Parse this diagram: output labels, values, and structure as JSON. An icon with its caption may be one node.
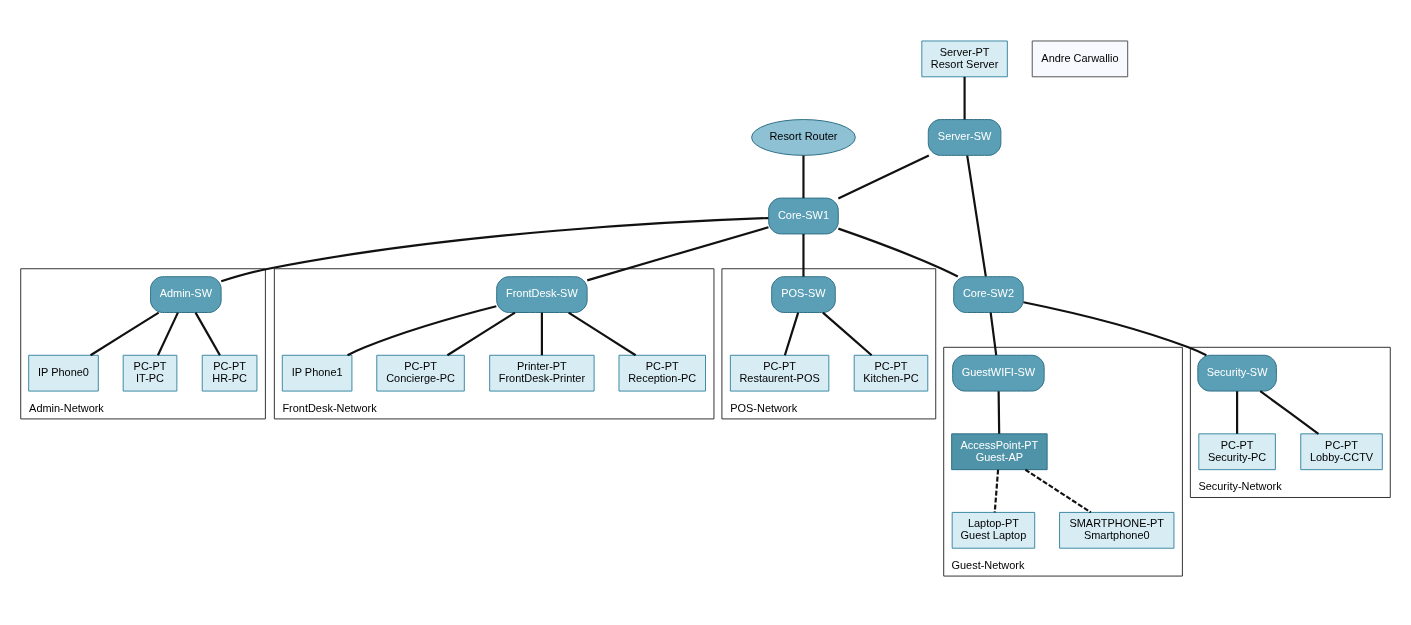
{
  "diagram": {
    "nodes": [
      {
        "text": [
          "Resort Router"
        ]
      },
      {
        "text": [
          "Server-PT",
          "Resort Server"
        ]
      },
      {
        "text": [
          "Server-SW"
        ]
      },
      {
        "text": [
          "Core-SW1"
        ]
      },
      {
        "text": [
          "Core-SW2"
        ]
      },
      {
        "text": [
          "Guest-Network"
        ]
      },
      {
        "text": [
          "GuestWIFI-SW"
        ],
        "in": 5
      },
      {
        "text": [
          "AccessPoint-PT",
          "Guest-AP"
        ],
        "in": 5
      },
      {
        "text": [
          "Laptop-PT",
          "Guest Laptop"
        ],
        "in": 5
      },
      {
        "text": [
          "SMARTPHONE-PT",
          "Smartphone0"
        ],
        "in": 5
      },
      {
        "text": [
          "Security-Network"
        ]
      },
      {
        "text": [
          "Security-SW"
        ],
        "in": 10
      },
      {
        "text": [
          "PC-PT",
          "Security-PC"
        ],
        "in": 10
      },
      {
        "text": [
          "PC-PT",
          "Lobby-CCTV"
        ],
        "in": 10
      },
      {
        "text": [
          "Admin-Network"
        ]
      },
      {
        "text": [
          "Admin-SW"
        ],
        "in": 14
      },
      {
        "text": [
          "IP Phone0"
        ],
        "in": 14
      },
      {
        "text": [
          "PC-PT",
          "IT-PC"
        ],
        "in": 14
      },
      {
        "text": [
          "PC-PT",
          "HR-PC"
        ],
        "in": 14
      },
      {
        "text": [
          "FrontDesk-Network"
        ]
      },
      {
        "text": [
          "FrontDesk-SW"
        ],
        "in": 19
      },
      {
        "text": [
          "IP Phone1"
        ],
        "in": 19
      },
      {
        "text": [
          "PC-PT",
          "Concierge-PC"
        ],
        "in": 19
      },
      {
        "text": [
          "Printer-PT",
          "FrontDesk-Printer"
        ],
        "in": 19
      },
      {
        "text": [
          "PC-PT",
          "Reception-PC"
        ],
        "in": 19
      },
      {
        "text": [
          "POS-Network"
        ]
      },
      {
        "text": [
          "POS-SW"
        ],
        "in": 25
      },
      {
        "text": [
          "PC-PT",
          "Restaurent-POS"
        ],
        "in": 25
      },
      {
        "text": [
          "PC-PT",
          "Kitchen-PC"
        ],
        "in": 25
      }
    ],
    "edges": [
      {
        "from": 0,
        "to": 3,
        "arrow": "none"
      },
      {
        "from": 1,
        "to": 2,
        "arrow": "none"
      },
      {
        "from": 2,
        "to": 3,
        "arrow": "none"
      },
      {
        "from": 2,
        "to": 4,
        "arrow": "none"
      },
      {
        "from": 3,
        "to": 4,
        "arrow": "none"
      },
      {
        "from": 4,
        "to": 6,
        "arrow": "none"
      },
      {
        "from": 6,
        "to": 7,
        "arrow": "none"
      },
      {
        "from": 7,
        "to": 8,
        "arrow": "none",
        "style": "dashed"
      },
      {
        "from": 7,
        "to": 9,
        "arrow": "none",
        "style": "dashed"
      },
      {
        "from": 4,
        "to": 11,
        "arrow": "none"
      },
      {
        "from": 11,
        "to": 12,
        "arrow": "none"
      },
      {
        "from": 11,
        "to": 13,
        "arrow": "none"
      },
      {
        "from": 3,
        "to": 15,
        "arrow": "none"
      },
      {
        "from": 15,
        "to": 16,
        "arrow": "none"
      },
      {
        "from": 15,
        "to": 17,
        "arrow": "none"
      },
      {
        "from": 15,
        "to": 18,
        "arrow": "none"
      },
      {
        "from": 3,
        "to": 20,
        "arrow": "none"
      },
      {
        "from": 20,
        "to": 21,
        "arrow": "none"
      },
      {
        "from": 20,
        "to": 22,
        "arrow": "none"
      },
      {
        "from": 20,
        "to": 23,
        "arrow": "none"
      },
      {
        "from": 20,
        "to": 24,
        "arrow": "none"
      },
      {
        "from": 3,
        "to": 26,
        "arrow": "none"
      },
      {
        "from": 26,
        "to": 27,
        "arrow": "none"
      },
      {
        "from": 26,
        "to": 28,
        "arrow": "none"
      }
    ],
    "labels": [
      "Andre Carwallio"
    ]
  }
}
